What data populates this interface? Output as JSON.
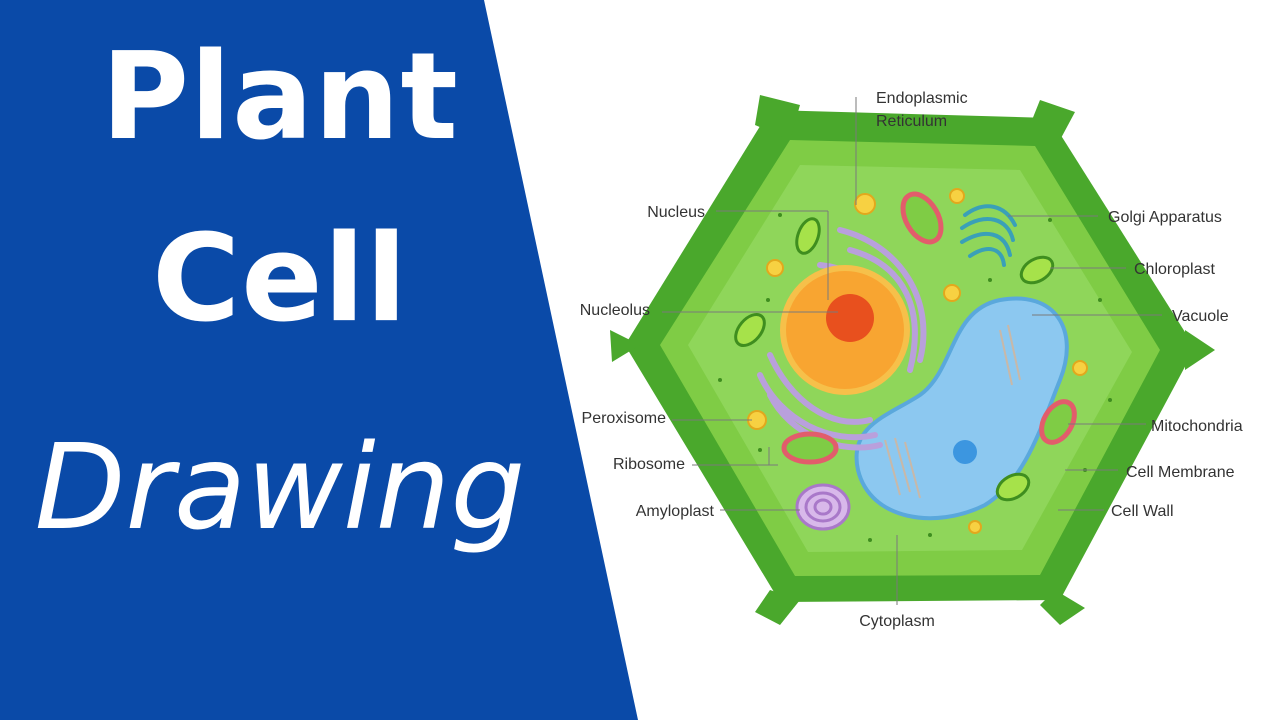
{
  "title": {
    "line1": "Plant",
    "line2": "Cell",
    "line3": "Drawing"
  },
  "diagram": {
    "labels": {
      "endoplasmic_line1": "Endoplasmic",
      "endoplasmic_line2": "Reticulum",
      "nucleus": "Nucleus",
      "nucleolus": "Nucleolus",
      "peroxisome": "Peroxisome",
      "ribosome": "Ribosome",
      "amyloplast": "Amyloplast",
      "golgi": "Golgi Apparatus",
      "chloroplast": "Chloroplast",
      "vacuole": "Vacuole",
      "mitochondria": "Mitochondria",
      "cell_membrane": "Cell Membrane",
      "cell_wall": "Cell Wall",
      "cytoplasm": "Cytoplasm"
    }
  },
  "colors": {
    "banner_blue": "#0a4aa8",
    "wall_dark": "#4aa82c",
    "wall_light": "#7fcc45",
    "cytoplasm": "#8fd65a",
    "vacuole": "#8cc8f0",
    "nucleus": "#f8a531",
    "nucleolus": "#e8501e",
    "er": "#b9a0dc",
    "golgi": "#3aa0b8",
    "mitochondria": "#e25d6b"
  }
}
